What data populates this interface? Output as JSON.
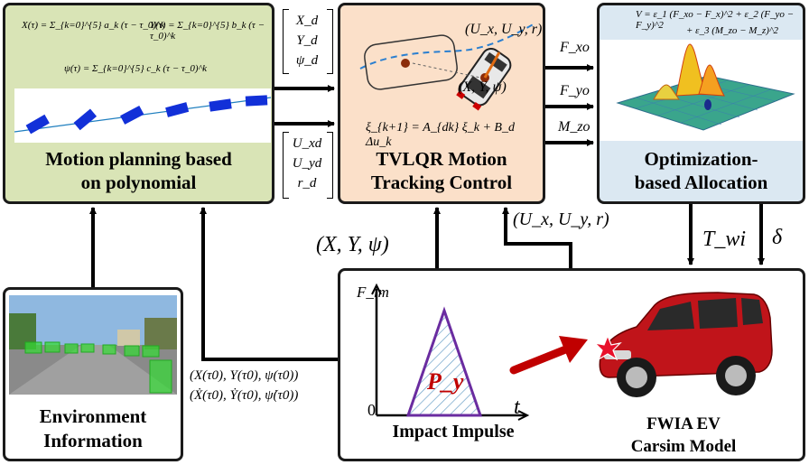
{
  "motion": {
    "eq_x": "X(τ) = Σ_{k=0}^{5} a_k (τ − τ_0)^k",
    "eq_y": "Y(τ) = Σ_{k=0}^{5} b_k (τ − τ_0)^k",
    "eq_psi": "ψ(τ) = Σ_{k=0}^{5} c_k (τ − τ_0)^k",
    "title_line1": "Motion planning based",
    "title_line2": "on polynomial"
  },
  "ref_vec1": {
    "r1": "X_d",
    "r2": "Y_d",
    "r3": "ψ_d"
  },
  "ref_vec2": {
    "r1": "U_xd",
    "r2": "U_yd",
    "r3": "r_d"
  },
  "tvlqr": {
    "state_top": "(U_x, U_y, r)",
    "state_pos": "(X, Y, ψ)",
    "equation": "ξ_{k+1} = A_{dk} ξ_k + B_d Δu_k",
    "title_line1": "TVLQR Motion",
    "title_line2": "Tracking Control"
  },
  "forces": {
    "fx": "F_xo",
    "fy": "F_yo",
    "mz": "M_zo"
  },
  "alloc": {
    "cost_line1": "V = ε_1 (F_xo − F_x)^2 + ε_2 (F_yo − F_y)^2",
    "cost_line2": "+ ε_3 (M_zo − M_z)^2",
    "title_line1": "Optimization-",
    "title_line2": "based Allocation"
  },
  "feedback": {
    "speed_state": "(U_x, U_y, r)",
    "pose_state": "(X, Y, ψ)",
    "torque": "T_wi",
    "steer": "δ",
    "init_line1": "(X(τ0), Y(τ0), ψ(τ0))",
    "init_line2": "(Ẋ(τ0), Ẏ(τ0), ψ̇(τ0))"
  },
  "env": {
    "title_line1": "Environment",
    "title_line2": "Information"
  },
  "impulse": {
    "y_axis": "F_im",
    "x_axis": "t",
    "origin": "0",
    "area_label": "P_y",
    "caption": "Impact Impulse"
  },
  "carsim": {
    "title_line1": "FWIA EV",
    "title_line2": "Carsim Model"
  },
  "colors": {
    "motion_bg": "#d9e4b6",
    "tvlqr_bg": "#fbe0c9",
    "alloc_bg": "#dbe8f2",
    "impulse_outline": "#6a2ca0",
    "impulse_label": "#c00000",
    "car": "#c0141a",
    "impact_arrow": "#c00000",
    "path_bar": "#1230d8"
  }
}
